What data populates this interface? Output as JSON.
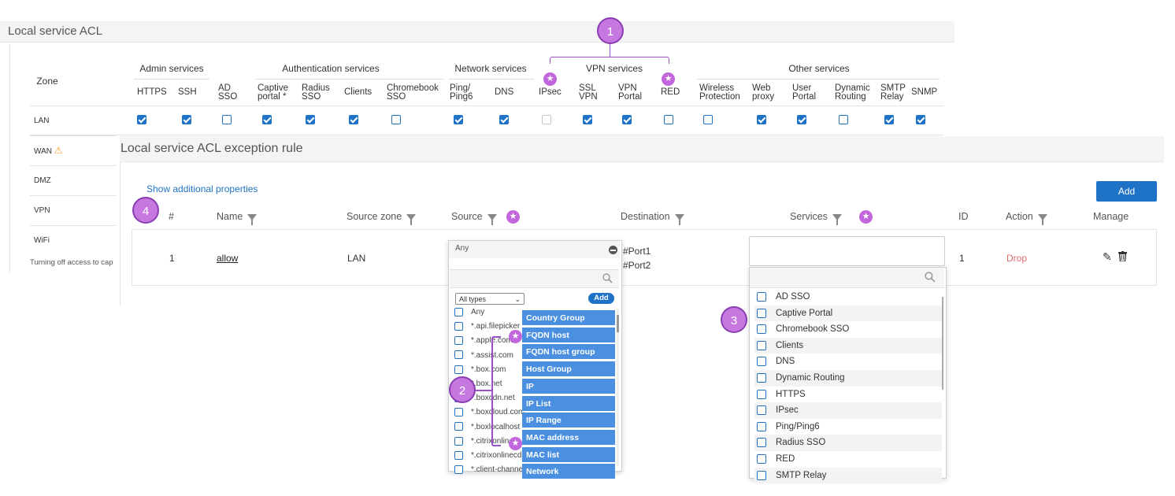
{
  "acl": {
    "title": "Local service ACL",
    "zone_header": "Zone",
    "groups": [
      "Admin services",
      "Authentication services",
      "Network services",
      "VPN services",
      "Other services"
    ],
    "columns": [
      "HTTPS",
      "SSH",
      "AD SSO",
      "Captive portal *",
      "Radius SSO",
      "Clients",
      "Chromebook SSO",
      "Ping/ Ping6",
      "DNS",
      "IPsec",
      "SSL VPN",
      "VPN Portal",
      "RED",
      "Wireless Protection",
      "Web proxy",
      "User Portal",
      "Dynamic Routing",
      "SMTP Relay",
      "SNMP"
    ],
    "zones": [
      "LAN",
      "WAN",
      "DMZ",
      "VPN",
      "WiFi"
    ],
    "lan_checked": [
      true,
      true,
      false,
      true,
      true,
      true,
      false,
      true,
      true,
      false,
      true,
      true,
      false,
      false,
      true,
      true,
      false,
      true,
      true
    ],
    "lan_disabled_index": 9,
    "footer_note": "Turning off access to cap"
  },
  "exception": {
    "title": "Local service ACL exception rule",
    "show_additional": "Show additional properties",
    "add_button": "Add",
    "headers": {
      "num": "#",
      "name": "Name",
      "source_zone": "Source zone",
      "source": "Source",
      "destination": "Destination",
      "services": "Services",
      "id": "ID",
      "action": "Action",
      "manage": "Manage"
    },
    "row": {
      "num": "1",
      "name": "allow",
      "source_zone": "LAN",
      "dest_1": "#Port1",
      "dest_2": "#Port2",
      "id": "1",
      "action": "Drop"
    }
  },
  "source_dropdown": {
    "selected": "Any",
    "type_filter": "All types",
    "add_label": "Add",
    "items": [
      "Any",
      "*.api.filepicker",
      "*.apple.com",
      "*.assist.com",
      "*.box.com",
      "*.box.net",
      "*.boxcdn.net",
      "*.boxcloud.com",
      "*.boxlocalhost",
      "*.citrixonline",
      "*.citrixonlinecdn",
      "*.client-channel"
    ],
    "add_menu": [
      "Country Group",
      "FQDN host",
      "FQDN host group",
      "Host Group",
      "IP",
      "IP List",
      "IP Range",
      "MAC address",
      "MAC list",
      "Network"
    ]
  },
  "services_dropdown": {
    "items": [
      "AD SSO",
      "Captive Portal",
      "Chromebook SSO",
      "Clients",
      "DNS",
      "Dynamic Routing",
      "HTTPS",
      "IPsec",
      "Ping/Ping6",
      "Radius SSO",
      "RED",
      "SMTP Relay"
    ]
  },
  "callouts": [
    "1",
    "2",
    "3",
    "4"
  ],
  "icons": {
    "warning": "warning-icon",
    "search": "search-icon",
    "edit": "pencil-icon",
    "delete": "trash-icon",
    "star": "star-icon",
    "filter": "filter-icon",
    "remove": "minus-circle-icon"
  },
  "colors": {
    "primary": "#1f73c7",
    "callout": "#c678e0",
    "drop": "#e26b6b",
    "menu": "#4a8fe0"
  }
}
